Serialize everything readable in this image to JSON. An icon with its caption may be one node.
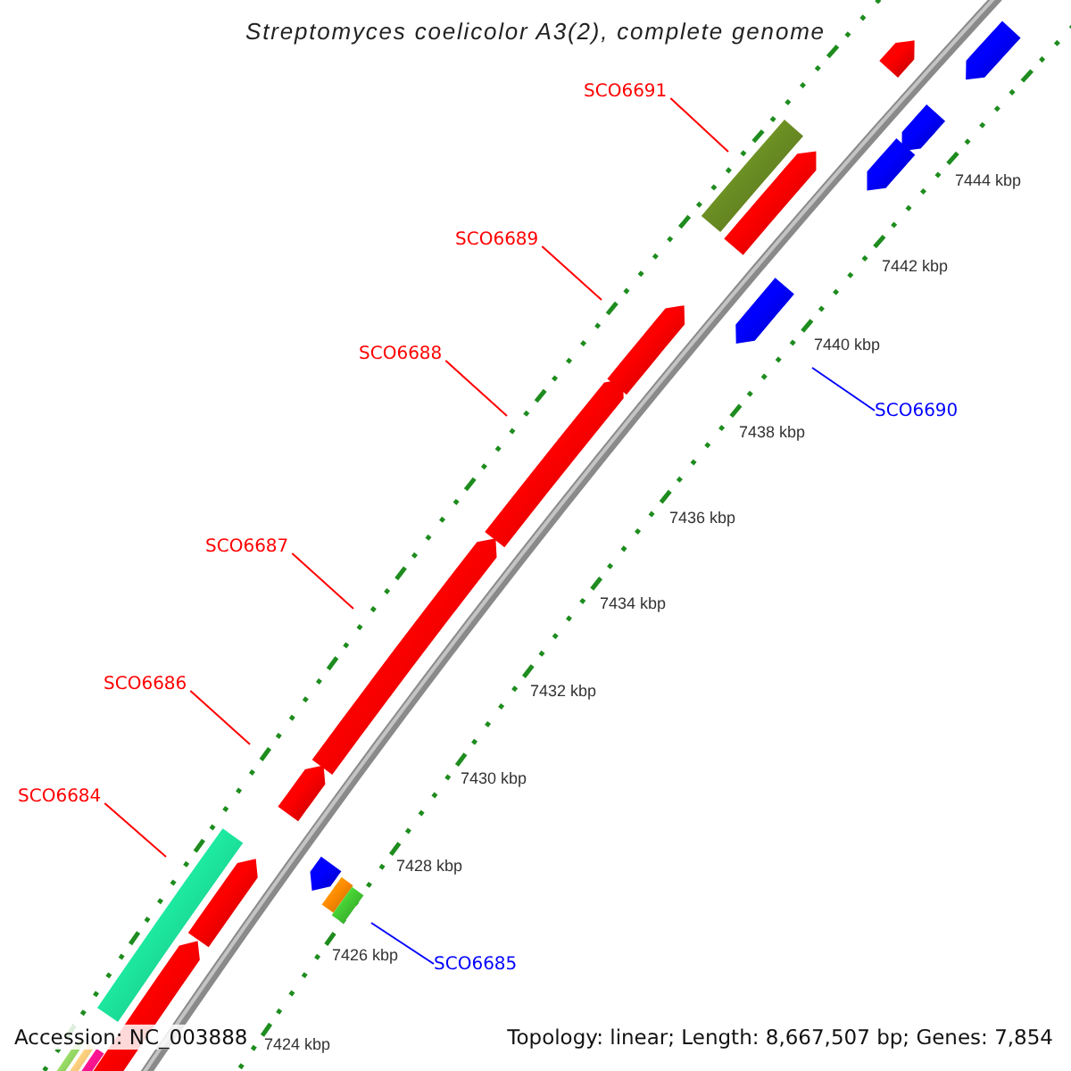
{
  "diagram": {
    "title": "Streptomyces coelicolor A3(2), complete genome",
    "nodes": [
      {
        "text": [
          "SCO6691"
        ]
      },
      {
        "text": [
          "SCO6689"
        ]
      },
      {
        "text": [
          "SCO6688"
        ]
      },
      {
        "text": [
          "SCO6690"
        ]
      },
      {
        "text": [
          "SCO6687"
        ]
      },
      {
        "text": [
          "SCO6686"
        ]
      },
      {
        "text": [
          "SCO6684"
        ]
      },
      {
        "text": [
          "SCO6685"
        ]
      }
    ],
    "edges": [
      {
        "from": 0,
        "to": null,
        "arrow": "none"
      },
      {
        "from": 1,
        "to": null,
        "arrow": "none"
      },
      {
        "from": 2,
        "to": null,
        "arrow": "none"
      },
      {
        "from": 3,
        "to": null,
        "arrow": "none",
        "color": "#0000ff"
      },
      {
        "from": 4,
        "to": null,
        "arrow": "none"
      },
      {
        "from": 5,
        "to": null,
        "arrow": "none"
      },
      {
        "from": 6,
        "to": null,
        "arrow": "none"
      },
      {
        "from": 7,
        "to": null,
        "arrow": "none",
        "color": "#0000ff"
      }
    ],
    "labels": [
      "7444 kbp",
      "7442 kbp",
      "7440 kbp",
      "7438 kbp",
      "7436 kbp",
      "7434 kbp",
      "7432 kbp",
      "7430 kbp",
      "7428 kbp",
      "7426 kbp",
      "7424 kbp",
      "Accession: NC_003888",
      "Topology: linear; Length: 8,667,507 bp; Genes: 7,854"
    ]
  }
}
